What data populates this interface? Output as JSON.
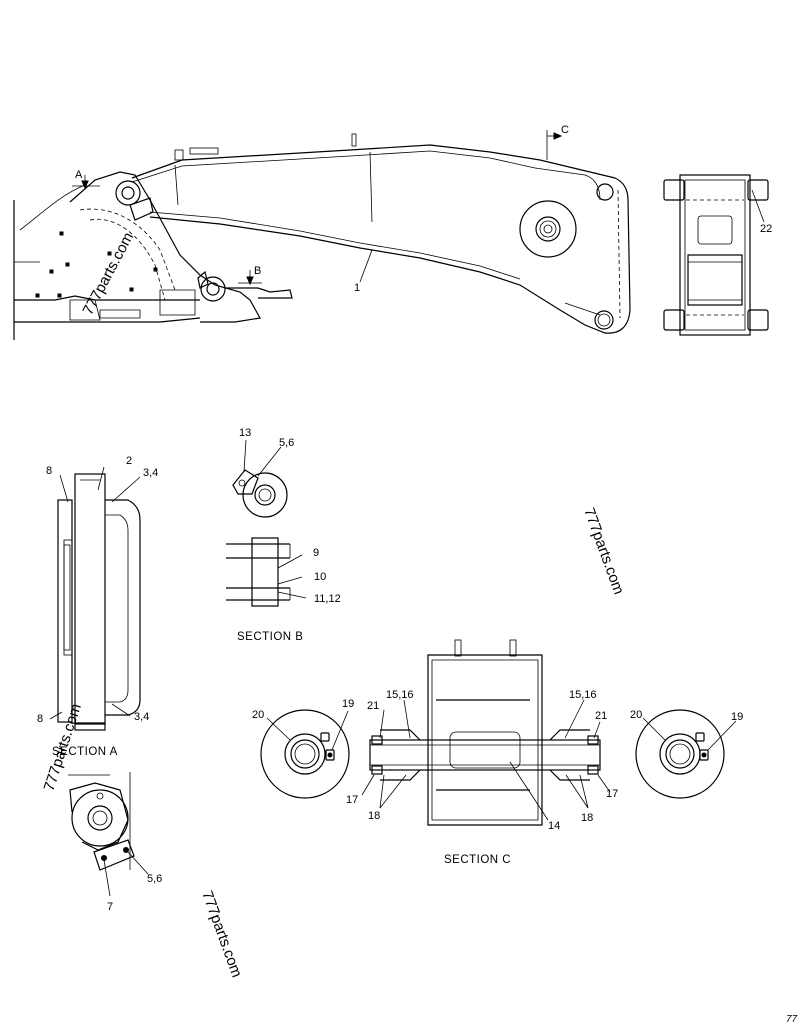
{
  "labels": {
    "p1": "1",
    "p2": "2",
    "p34_top": "3,4",
    "p34_bot": "3,4",
    "p56_b": "5,6",
    "p56_a": "5,6",
    "p7": "7",
    "p8_top": "8",
    "p8_bot": "8",
    "p9": "9",
    "p10": "10",
    "p1112": "11,12",
    "p13": "13",
    "p14": "14",
    "p1516_l": "15,16",
    "p1516_r": "15,16",
    "p17_l": "17",
    "p17_r": "17",
    "p18_l": "18",
    "p18_r": "18",
    "p19_l": "19",
    "p19_r": "19",
    "p20_l": "20",
    "p20_r": "20",
    "p21_l": "21",
    "p21_r": "21",
    "p22": "22"
  },
  "markers": {
    "a": "A",
    "b": "B",
    "c": "C"
  },
  "sections": {
    "a": "SECTION  A",
    "b": "SECTION  B",
    "c": "SECTION  C"
  },
  "watermarks": {
    "w1": "777parts.com",
    "w2": "777parts.com",
    "w3": "777parts.com",
    "w4": "777parts.com"
  },
  "page_number": "77"
}
